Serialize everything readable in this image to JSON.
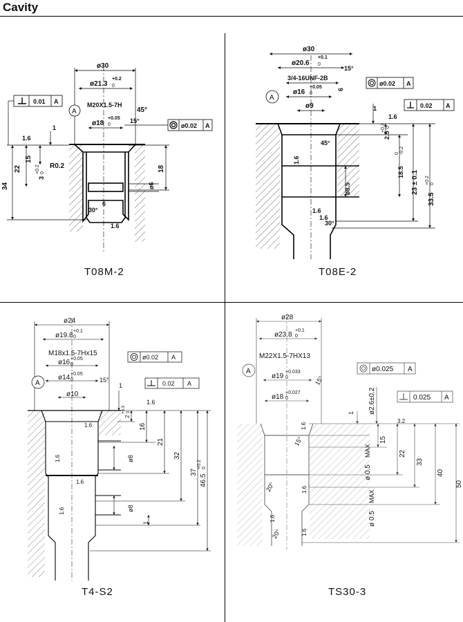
{
  "page": {
    "title": "Cavity"
  },
  "cavities": {
    "t08m2": {
      "name": "T08M-2",
      "dims": {
        "d30": "ø30",
        "d213": "ø21.3",
        "d213tol": "+0.2",
        "d213tol0": "0",
        "thread": "M20X1.5-7H",
        "d18": "ø18",
        "d18tol": "+0.05",
        "d18tol0": "0",
        "a45": "45°",
        "a15": "15°",
        "a30": "30°",
        "r02": "R0.2",
        "s16a": "1.6",
        "s16b": "1.6",
        "s6": "6",
        "v1": "1",
        "v15": "15",
        "v3": "3",
        "v3tol": "+0.2",
        "v3tol0": "0",
        "v22": "22",
        "v34": "34",
        "v18": "18",
        "v6": "ø6"
      },
      "gdt": {
        "perp_tol": "0.01",
        "perp_ref": "A",
        "conc_tol": "ø0.02",
        "conc_ref": "A",
        "datum": "A"
      }
    },
    "t08e2": {
      "name": "T08E-2",
      "dims": {
        "d30": "ø30",
        "d206": "ø20.6",
        "d206tol": "+0.1",
        "d206tol0": "0",
        "thread": "3/4-16UNF-2B",
        "d16": "ø16",
        "d16tol": "+0.05",
        "d16tol0": "0",
        "d9": "ø9",
        "a15": "15°",
        "a45": "45°",
        "a30": "30°",
        "s16a": "1.6",
        "s16b": "1.6",
        "s16c": "1.6",
        "s16d": "1.6",
        "s6": "6",
        "v1": "1",
        "v25": "2.5",
        "v25tol": "+0.3",
        "v25tol0": "0",
        "v185": "18.5",
        "v185tol": "0",
        "v185tol2": "-0.2",
        "v23": "23 ± 0.1",
        "v335": "33.5",
        "v335tol": "+0.2",
        "v335tol0": "0",
        "d85": "ø8.5"
      },
      "gdt": {
        "conc_tol": "ø0.02",
        "conc_ref": "A",
        "perp_tol": "0.02",
        "perp_ref": "A",
        "datum": "A"
      }
    },
    "t4s2": {
      "name": "T4-S2",
      "dims": {
        "d24": "ø24",
        "d198": "ø19.8",
        "d198tol": "+0.1",
        "d198tol0": "0",
        "thread": "M18x1.5-7Hx15",
        "d16": "ø16",
        "d16tol": "+0.05",
        "d16tol0": "0",
        "d14": "ø14",
        "d14tol": "+0.05",
        "d14tol0": "0",
        "d10": "ø10",
        "a15": "15°",
        "s16a": "1.6",
        "s16b": "1.6",
        "s16c": "1.6",
        "s16d": "1.6",
        "s16e": "1.6",
        "v1a": "1",
        "v2": "2",
        "v2tol": "+0.3",
        "v2tol0": "0",
        "v16": "16",
        "v21": "21",
        "v32": "32",
        "v37": "37",
        "v465": "46.5",
        "v465tol": "+0.2",
        "v465tol0": "0",
        "d8a": "ø8",
        "d8b": "ø8",
        "v1b": "1"
      },
      "gdt": {
        "conc_tol": "ø0.02",
        "conc_ref": "A",
        "perp_tol": "0.02",
        "perp_ref": "A",
        "datum": "A"
      }
    },
    "ts303": {
      "name": "TS30-3",
      "dims": {
        "d28": "ø28",
        "d238": "ø23.8",
        "d238tol": "+0.1",
        "d238tol0": "0",
        "thread": "M22X1.5-7HX13",
        "d19": "ø19",
        "d19tol": "+0.033",
        "d19tol0": "0",
        "d18": "ø18",
        "d18tol": "+0.027",
        "d18tol0": "0",
        "a15": "15°",
        "a15b": "15°",
        "a20a": "20°",
        "a20b": "20°",
        "s32": "3.2",
        "s16a": "1.6",
        "s16b": "1.6",
        "s16c": "1.6",
        "s16d": "1.6",
        "v1": "1",
        "v26": "ø2.6±0.2",
        "v15": "15",
        "v22": "22",
        "v33": "33",
        "v40": "40",
        "v50": "50",
        "d05a": "ø 0.5",
        "max_a": "MAX",
        "d05b": "ø 0.5",
        "max_b": "MAX"
      },
      "gdt": {
        "conc_tol": "ø0.025",
        "conc_ref": "A",
        "perp_tol": "0.025",
        "perp_ref": "A",
        "datum": "A"
      }
    }
  }
}
